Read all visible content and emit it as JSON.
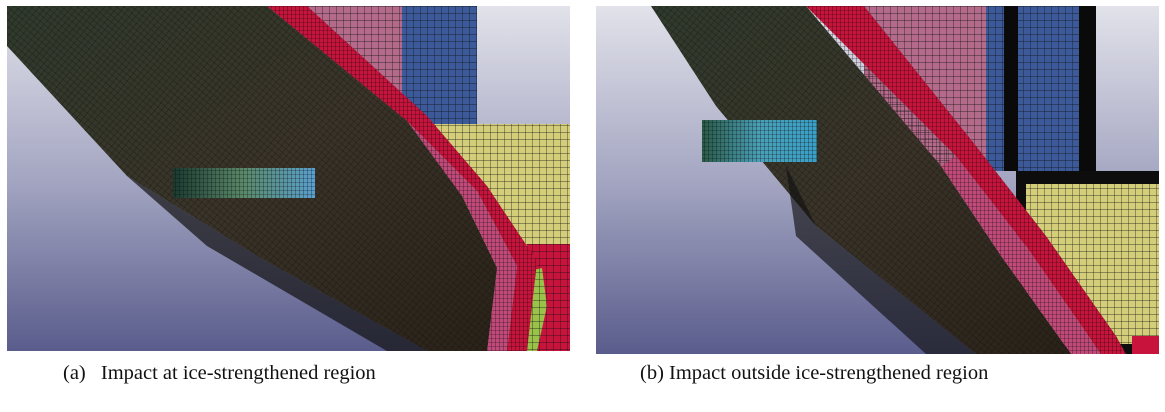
{
  "figure": {
    "panels": [
      {
        "tag": "(a)",
        "caption": "Impact at ice-strengthened region"
      },
      {
        "tag": "(b)",
        "caption": "Impact outside ice-strengthened region"
      }
    ],
    "colors": {
      "background_top": "#dcdce6",
      "background_bottom": "#5a5c8c",
      "hull_shell": "#2b3326",
      "hull_dark": "#1c1a14",
      "frame_pink": "#c14a7a",
      "frame_red": "#c8143c",
      "frame_blue": "#3c5a9a",
      "frame_yellow": "#d8d27a",
      "frame_green": "#9ac24a",
      "ice_block": "#3aa0c8"
    }
  }
}
